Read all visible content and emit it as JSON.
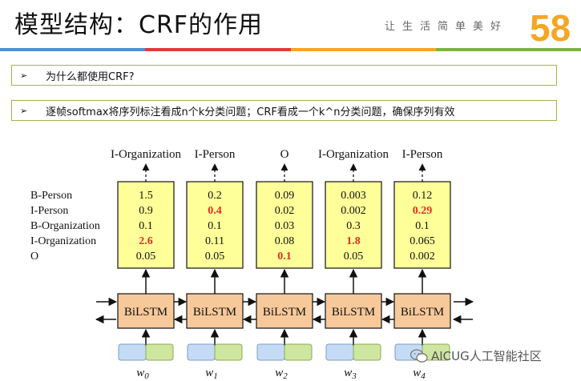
{
  "header": {
    "title": "模型结构：CRF的作用",
    "slogan": "让生活简单美好",
    "logo_text": "58",
    "rule_colors": [
      "#4a90d9",
      "#e23a3a",
      "#f5a623",
      "#7cb342"
    ]
  },
  "bullets": [
    {
      "marker": "➢",
      "text": "为什么都使用CRF?"
    },
    {
      "marker": "➢",
      "text": "逐帧softmax将序列标注看成n个k分类问题；CRF看成一个k^n分类问题，确保序列有效"
    }
  ],
  "figure": {
    "row_labels": [
      "B-Person",
      "I-Person",
      "B-Organization",
      "I-Organization",
      "O"
    ],
    "columns": [
      {
        "output": "I-Organization",
        "word_base": "w",
        "word_sub": "0",
        "scores": [
          "1.5",
          "0.9",
          "0.1",
          "2.6",
          "0.05"
        ],
        "highlight": 3
      },
      {
        "output": "I-Person",
        "word_base": "w",
        "word_sub": "1",
        "scores": [
          "0.2",
          "0.4",
          "0.1",
          "0.11",
          "0.05"
        ],
        "highlight": 1
      },
      {
        "output": "O",
        "word_base": "w",
        "word_sub": "2",
        "scores": [
          "0.09",
          "0.02",
          "0.03",
          "0.08",
          "0.1"
        ],
        "highlight": 4
      },
      {
        "output": "I-Organization",
        "word_base": "w",
        "word_sub": "3",
        "scores": [
          "0.003",
          "0.002",
          "0.3",
          "1.8",
          "0.05"
        ],
        "highlight": 3
      },
      {
        "output": "I-Person",
        "word_base": "w",
        "word_sub": "4",
        "scores": [
          "0.12",
          "0.29",
          "0.1",
          "0.065",
          "0.002"
        ],
        "highlight": 1
      }
    ],
    "layer_label": "BiLSTM",
    "colors": {
      "score_box": "#ffff99",
      "bilstm_box": "#f7c99a",
      "embed_left": "#c5dbf5",
      "embed_right": "#cfe6a0",
      "highlight": "#e03020"
    }
  },
  "watermark": {
    "text": "AICUG人工智能社区",
    "icon": "wechat-icon"
  }
}
